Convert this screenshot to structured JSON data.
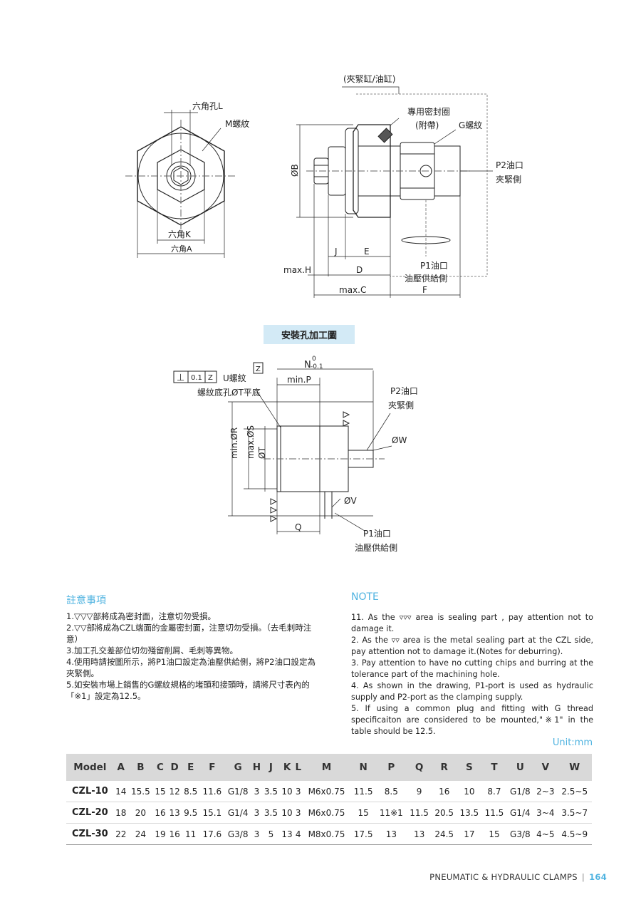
{
  "drawing1": {
    "top_note": "(夾緊缸/油缸)",
    "hex_hole": "六角孔L",
    "m_thread": "M螺紋",
    "hex_k": "六角K",
    "hex_a": "六角A",
    "seal_label1": "專用密封圈",
    "seal_label2": "(附帶)",
    "g_thread": "G螺紋",
    "p2_port": "P2油口",
    "p2_side": "夾緊側",
    "dia_b": "ØB",
    "dim_j": "J",
    "dim_e": "E",
    "dim_d": "D",
    "max_h": "max.H",
    "max_c": "max.C",
    "dim_f": "F",
    "p1_port": "P1油口",
    "p1_side": "油壓供給側"
  },
  "drawing2": {
    "title": "安裝孔加工圖",
    "tol_sym": "⊥",
    "tol_val": "0.1",
    "tol_ref": "Z",
    "datum": "Z",
    "u_thread": "U螺紋",
    "t_hole": "螺紋底孔ØT平底",
    "dim_n": "N",
    "n_upper": "0",
    "n_lower": "-0.1",
    "min_p": "min.P",
    "p2_port": "P2油口",
    "p2_side": "夾緊側",
    "dia_w": "ØW",
    "min_r": "min.ØR",
    "max_s": "max.ØS",
    "dia_t": "ØT",
    "dia_v": "ØV",
    "dim_q": "Q",
    "p1_port": "P1油口",
    "p1_side": "油壓供給側"
  },
  "notes_cn": {
    "title": "註意事項",
    "items": [
      "1.▽▽▽部將成為密封面，注意切勿受損。",
      "2.▽▽部將成為CZL端面的金屬密封面，注意切勿受損。（去毛刺時注意）",
      "3.加工孔交差部位切勿殘留削屑、毛刺等異物。",
      "4.使用時請按圖所示，將P1油口設定為油壓供給側，將P2油口設定為夾緊側。",
      "5.如安裝市場上銷售的G螺紋規格的堵頭和接頭時，請將尺寸表內的「※1」設定為12.5。"
    ]
  },
  "notes_en": {
    "title": "NOTE",
    "items": [
      "11. As the ▿▿▿ area is sealing part , pay attention not to damage it.",
      "2. As the ▿▿ area is the metal sealing part at the CZL side, pay attention not to damage it.(Notes for deburring).",
      "3. Pay attention to have no cutting chips and burring at the tolerance part of the machining hole.",
      "4. As shown in the drawing, P1-port is used as hydraulic supply and P2-port as the clamping supply.",
      "5. If using a common plug and fitting with G thread specificaiton are considered to be mounted,\"※1\" in the table should be 12.5."
    ]
  },
  "unit": "Unit:mm",
  "table": {
    "headers": [
      "Model",
      "A",
      "B",
      "C",
      "D",
      "E",
      "F",
      "G",
      "H",
      "J",
      "K",
      "L",
      "M",
      "N",
      "P",
      "Q",
      "R",
      "S",
      "T",
      "U",
      "V",
      "W"
    ],
    "rows": [
      [
        "CZL-10",
        "14",
        "15.5",
        "15",
        "12",
        "8.5",
        "11.6",
        "G1/8",
        "3",
        "3.5",
        "10",
        "3",
        "M6x0.75",
        "11.5",
        "8.5",
        "9",
        "16",
        "10",
        "8.7",
        "G1/8",
        "2~3",
        "2.5~5"
      ],
      [
        "CZL-20",
        "18",
        "20",
        "16",
        "13",
        "9.5",
        "15.1",
        "G1/4",
        "3",
        "3.5",
        "10",
        "3",
        "M6x0.75",
        "15",
        "11※1",
        "11.5",
        "20.5",
        "13.5",
        "11.5",
        "G1/4",
        "3~4",
        "3.5~7"
      ],
      [
        "CZL-30",
        "22",
        "24",
        "19",
        "16",
        "11",
        "17.6",
        "G3/8",
        "3",
        "5",
        "13",
        "4",
        "M8x0.75",
        "17.5",
        "13",
        "13",
        "24.5",
        "17",
        "15",
        "G3/8",
        "4~5",
        "4.5~9"
      ]
    ]
  },
  "footer": {
    "text": "PNEUMATIC & HYDRAULIC CLAMPS",
    "page": "164"
  }
}
